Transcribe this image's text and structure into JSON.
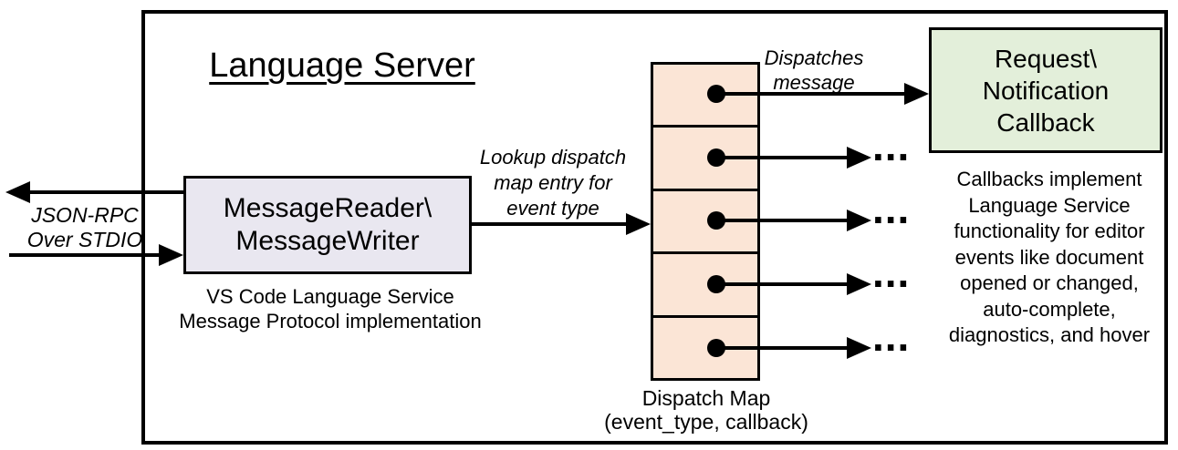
{
  "title": "Language Server",
  "stdio_label": {
    "line1": "JSON-RPC",
    "line2": "Over STDIO"
  },
  "message_box": {
    "line1": "MessageReader\\",
    "line2": "MessageWriter"
  },
  "message_caption": {
    "line1": "VS Code Language Service",
    "line2": "Message Protocol implementation"
  },
  "lookup_label": {
    "line1": "Lookup dispatch",
    "line2": "map entry for",
    "line3": "event type"
  },
  "dispatches_label": {
    "line1": "Dispatches",
    "line2": "message"
  },
  "callback_box": {
    "line1": "Request\\",
    "line2": "Notification",
    "line3": "Callback"
  },
  "dispatch_map_caption": {
    "line1": "Dispatch Map",
    "line2": "(event_type, callback)"
  },
  "callbacks_note": {
    "lines": [
      "Callbacks implement",
      "Language Service",
      "functionality for editor",
      "events like document",
      "opened or changed,",
      "auto-complete,",
      "diagnostics, and hover"
    ]
  },
  "ellipsis": "...",
  "colors": {
    "ink": "#000000",
    "background": "#ffffff",
    "dispatch_map_fill": "#fbe5d6",
    "callback_box_fill": "#e3efda",
    "message_box_fill": "#e9e7f0"
  }
}
